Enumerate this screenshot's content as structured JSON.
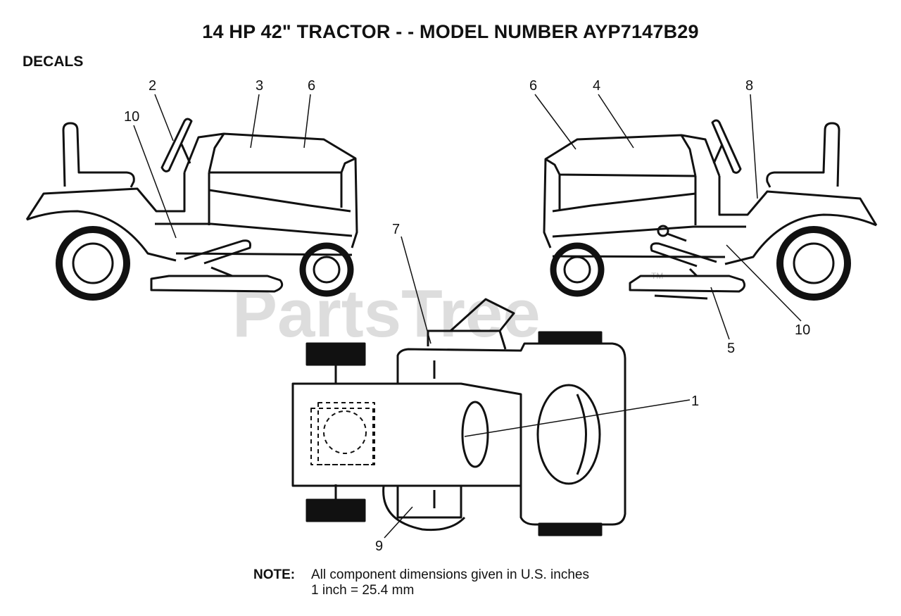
{
  "header": {
    "title": "14 HP 42\" TRACTOR - - MODEL NUMBER AYP7147B29",
    "section": "DECALS"
  },
  "watermark": {
    "text": "PartsTree",
    "trademark": "TM"
  },
  "callouts": {
    "left_view": [
      "2",
      "3",
      "6",
      "10"
    ],
    "right_view": [
      "6",
      "4",
      "8",
      "10",
      "5"
    ],
    "top_view": [
      "7",
      "1",
      "9"
    ]
  },
  "note": {
    "label": "NOTE:",
    "line1": "All component dimensions given in U.S. inches",
    "line2": "1 inch = 25.4 mm"
  },
  "colors": {
    "line": "#111111",
    "watermark": "#c8c8c8"
  }
}
